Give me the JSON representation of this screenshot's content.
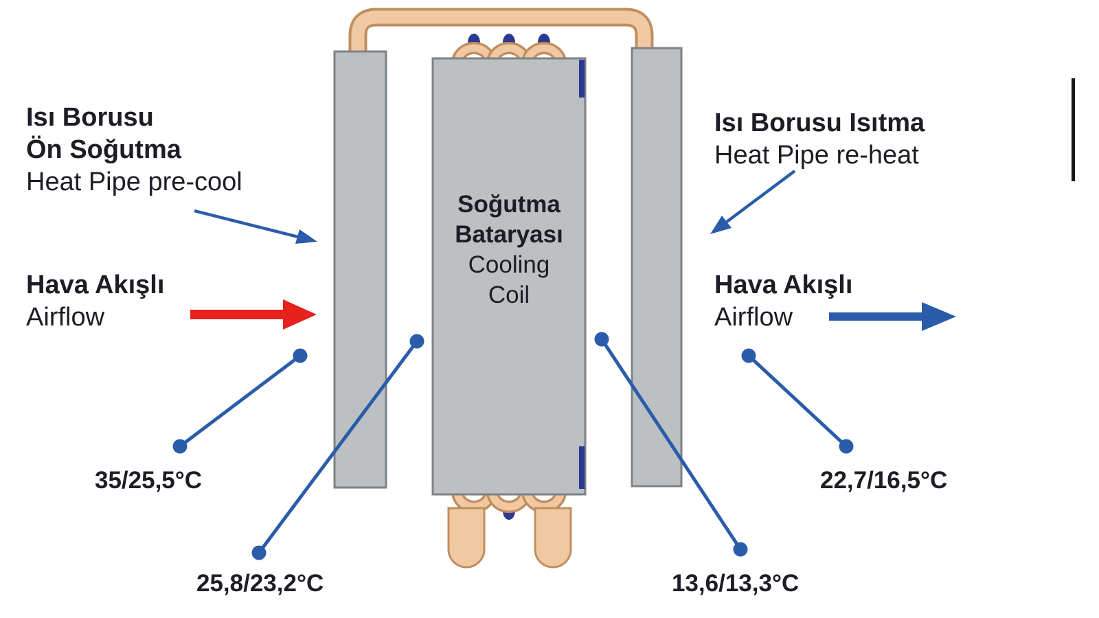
{
  "colors": {
    "background": "#ffffff",
    "panel_gray": "#bcc0c3",
    "panel_border": "#7d8286",
    "pipe_tan": "#f0c9a2",
    "pipe_outline": "#c08e5f",
    "accent_blue": "#2a5caa",
    "arrow_red": "#e8211d",
    "coil_blue": "#2b3990",
    "text_dark": "#1d1d25"
  },
  "labels": {
    "precool": {
      "line1": "Isı Borusu",
      "line2": "Ön Soğutma",
      "line3": "Heat Pipe pre-cool"
    },
    "airflow_in": {
      "line1": "Hava Akışlı",
      "line2": "Airflow"
    },
    "reheat": {
      "line1": "Isı Borusu Isıtma",
      "line2": "Heat Pipe re-heat"
    },
    "airflow_out": {
      "line1": "Hava Akışlı",
      "line2": "Airflow"
    },
    "coil": {
      "line1": "Soğutma",
      "line2": "Bataryası",
      "line3": "Cooling",
      "line4": "Coil"
    }
  },
  "temperatures": {
    "inlet": "35/25,5°C",
    "after_precool": "25,8/23,2°C",
    "after_coil": "13,6/13,3°C",
    "outlet": "22,7/16,5°C"
  }
}
